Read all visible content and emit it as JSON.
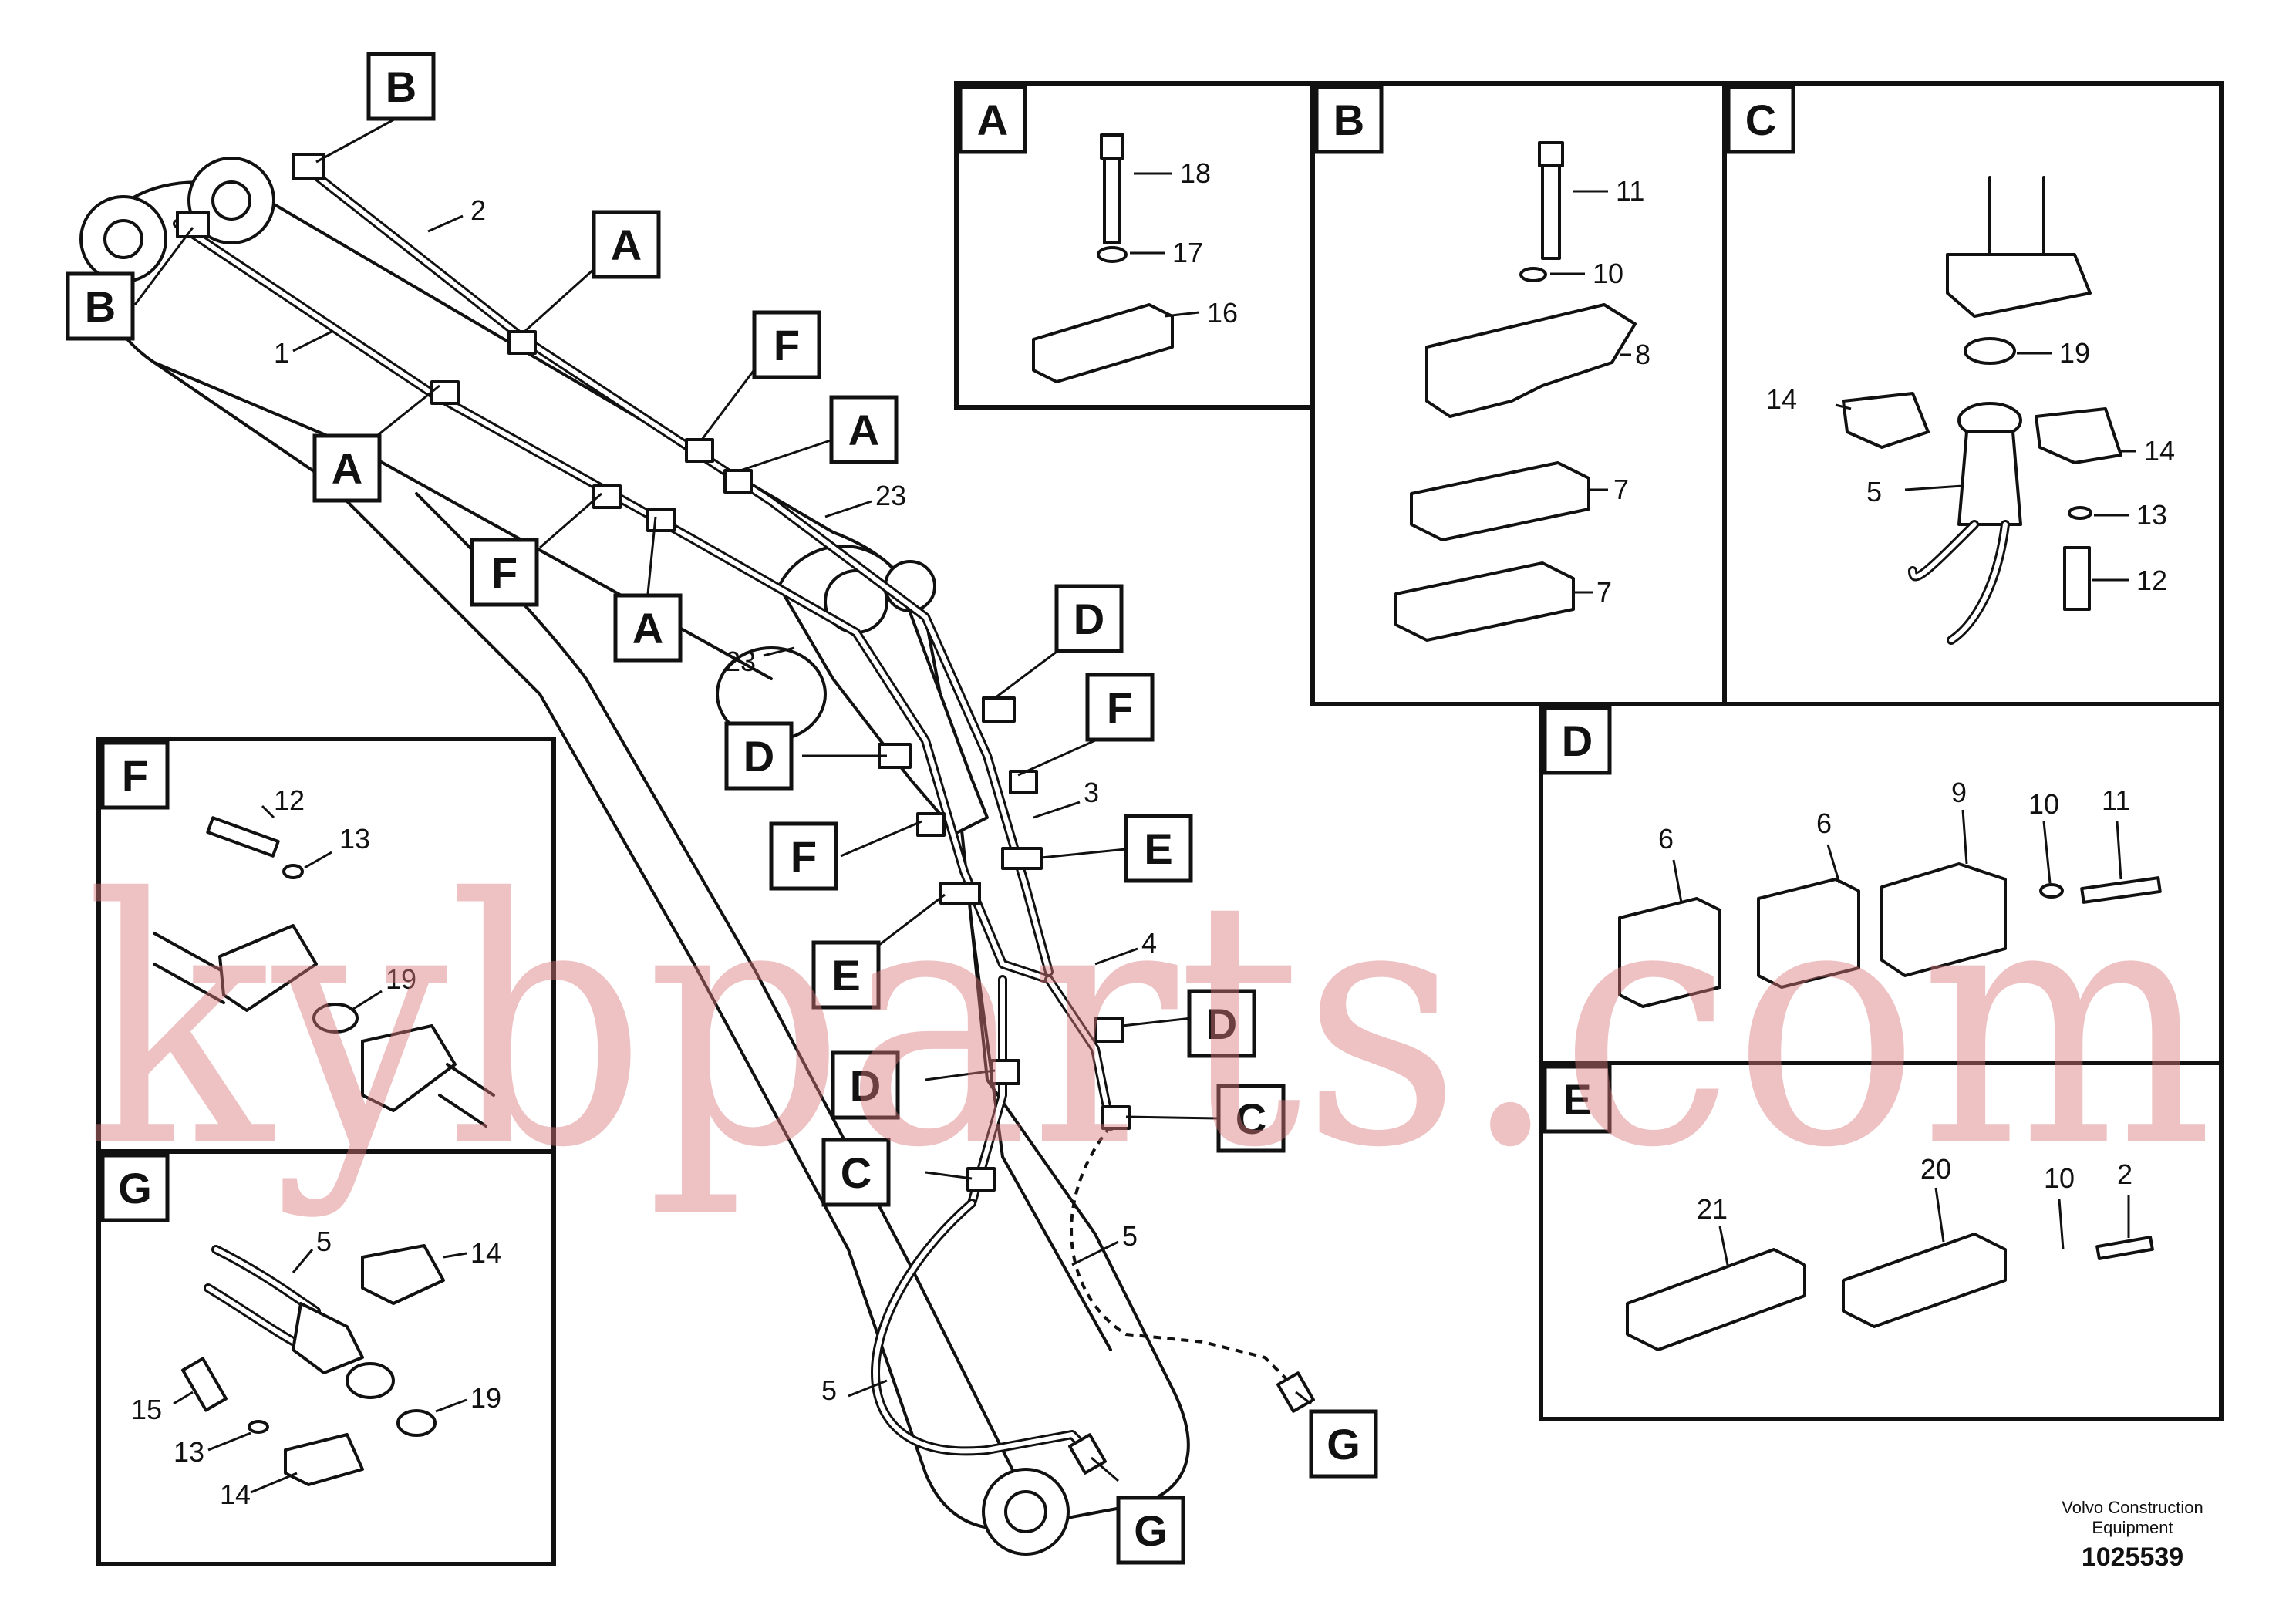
{
  "diagram": {
    "callouts_main": {
      "b1": "B",
      "b2": "B",
      "a1": "A",
      "a2": "A",
      "a3": "A",
      "a4": "A",
      "f1": "F",
      "f2": "F",
      "f3": "F",
      "f4": "F",
      "d1": "D",
      "d2": "D",
      "d3": "D",
      "d4": "D",
      "e1": "E",
      "e2": "E",
      "c1": "C",
      "c2": "C",
      "g1": "G",
      "g2": "G"
    },
    "main_numbers": {
      "n1": "1",
      "n2": "2",
      "n3": "3",
      "n4": "4",
      "n23a": "23",
      "n23b": "23",
      "n5a": "5",
      "n5b": "5"
    },
    "detail_a": {
      "tag": "A",
      "labels": [
        "18",
        "17",
        "16"
      ]
    },
    "detail_b": {
      "tag": "B",
      "labels": [
        "11",
        "10",
        "8",
        "7",
        "7"
      ]
    },
    "detail_c": {
      "tag": "C",
      "labels": [
        "19",
        "14",
        "14",
        "5",
        "13",
        "12"
      ]
    },
    "detail_d": {
      "tag": "D",
      "labels": [
        "6",
        "6",
        "9",
        "10",
        "11"
      ]
    },
    "detail_e": {
      "tag": "E",
      "labels": [
        "21",
        "20",
        "10",
        "2"
      ]
    },
    "detail_f": {
      "tag": "F",
      "labels": [
        "12",
        "13",
        "19"
      ]
    },
    "detail_g": {
      "tag": "G",
      "labels": [
        "5",
        "14",
        "19",
        "15",
        "13",
        "14"
      ]
    }
  },
  "watermark": "kybparts.com",
  "footer": {
    "credit_line1": "Volvo Construction",
    "credit_line2": "Equipment",
    "doc_number": "1025539"
  }
}
